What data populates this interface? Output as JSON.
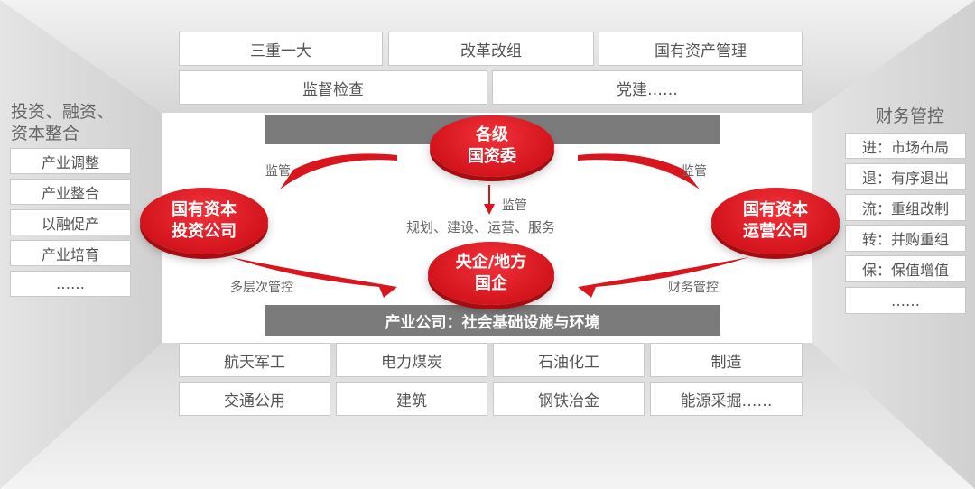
{
  "top_boxes": [
    "三重一大",
    "改革改组",
    "国有资产管理",
    "监督检查",
    "党建……"
  ],
  "left": {
    "title_line1": "投资、融资、",
    "title_line2": "资本整合",
    "items": [
      "产业调整",
      "产业整合",
      "以融促产",
      "产业培育",
      "……"
    ]
  },
  "right": {
    "title": "财务管控",
    "items": [
      "进：市场布局",
      "退：有序退出",
      "流：重组改制",
      "转：并购重组",
      "保：保值增值",
      "……"
    ]
  },
  "nodes": {
    "top": "各级\n国资委",
    "left": "国有资本\n投资公司",
    "right": "国有资本\n运营公司",
    "center": "央企/地方\n国企"
  },
  "labels": {
    "sup_left": "监管",
    "sup_right": "监管",
    "sup_center": "监管",
    "functions": "规划、建设、运营、服务",
    "multi": "多层次管控",
    "finance": "财务管控"
  },
  "bottom_bar": "产业公司：社会基础设施与环境",
  "bottom_boxes": [
    "航天军工",
    "电力煤炭",
    "石油化工",
    "制造",
    "交通公用",
    "建筑",
    "钢铁冶金",
    "能源采掘……"
  ],
  "colors": {
    "red": "#d9161e",
    "bar": "#7b7b7b"
  }
}
